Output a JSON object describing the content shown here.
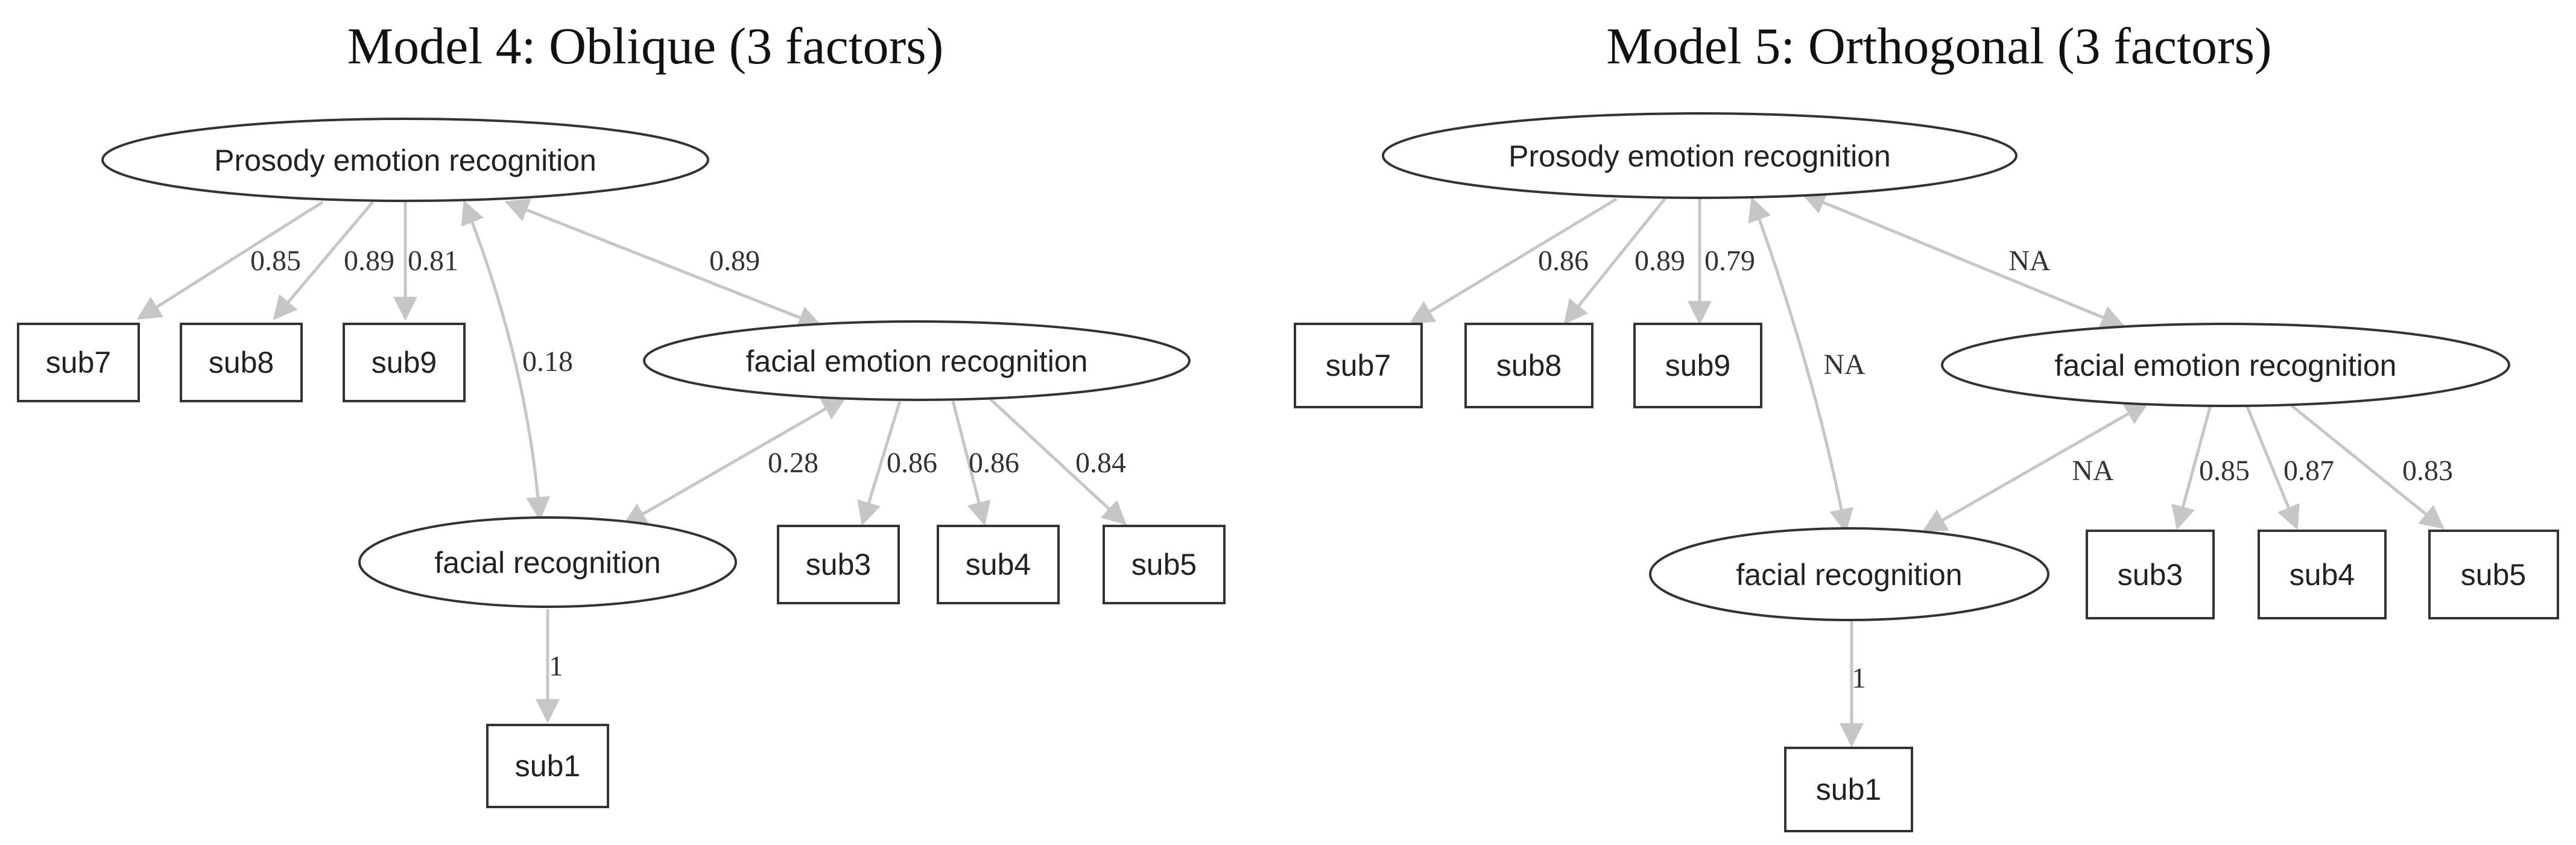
{
  "diagrams": [
    {
      "title": "Model 4: Oblique (3 factors)",
      "factors": {
        "prosody": "Prosody emotion recognition",
        "facial_emotion": "facial emotion recognition",
        "facial_recognition": "facial recognition"
      },
      "indicators": {
        "sub7": "sub7",
        "sub8": "sub8",
        "sub9": "sub9",
        "sub3": "sub3",
        "sub4": "sub4",
        "sub5": "sub5",
        "sub1": "sub1"
      },
      "loadings": {
        "sub7": "0.85",
        "sub8": "0.89",
        "sub9": "0.81",
        "sub3": "0.86",
        "sub4": "0.86",
        "sub5": "0.84",
        "sub1": "1"
      },
      "covariances": {
        "prosody_facial_emotion": "0.89",
        "prosody_facial_recognition": "0.18",
        "facial_emotion_facial_recognition": "0.28"
      }
    },
    {
      "title": "Model 5: Orthogonal (3 factors)",
      "factors": {
        "prosody": "Prosody emotion recognition",
        "facial_emotion": "facial emotion recognition",
        "facial_recognition": "facial recognition"
      },
      "indicators": {
        "sub7": "sub7",
        "sub8": "sub8",
        "sub9": "sub9",
        "sub3": "sub3",
        "sub4": "sub4",
        "sub5": "sub5",
        "sub1": "sub1"
      },
      "loadings": {
        "sub7": "0.86",
        "sub8": "0.89",
        "sub9": "0.79",
        "sub3": "0.85",
        "sub4": "0.87",
        "sub5": "0.83",
        "sub1": "1"
      },
      "covariances": {
        "prosody_facial_emotion": "NA",
        "prosody_facial_recognition": "NA",
        "facial_emotion_facial_recognition": "NA"
      }
    }
  ]
}
